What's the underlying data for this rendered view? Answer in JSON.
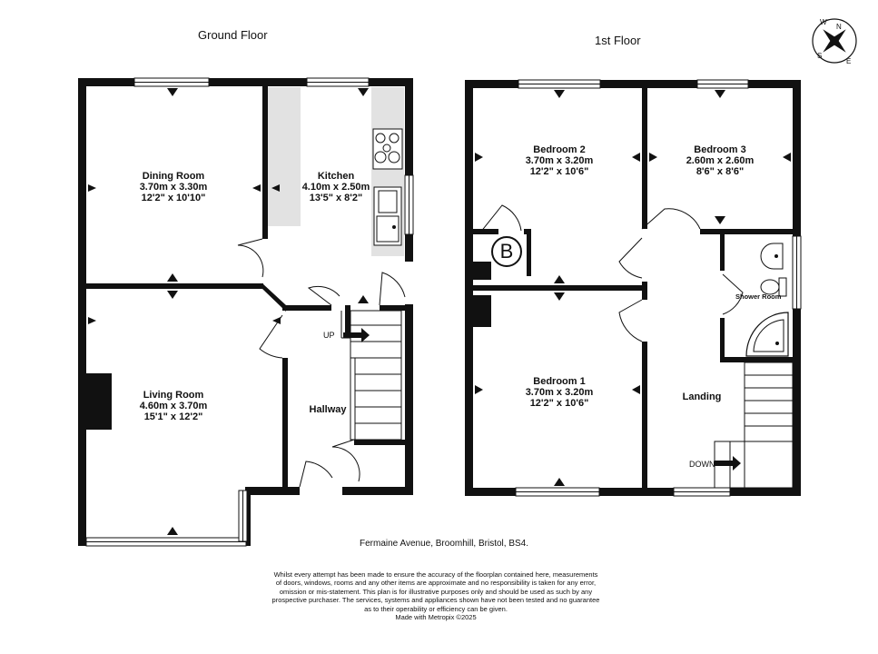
{
  "floors": [
    {
      "title": "Ground Floor"
    },
    {
      "title": "1st Floor"
    }
  ],
  "rooms": {
    "dining_room": {
      "name": "Dining Room",
      "metric": "3.70m  x 3.30m",
      "imperial": "12'2\"  x 10'10\""
    },
    "kitchen": {
      "name": "Kitchen",
      "metric": "4.10m  x 2.50m",
      "imperial": "13'5\"  x 8'2\""
    },
    "living_room": {
      "name": "Living Room",
      "metric": "4.60m  x 3.70m",
      "imperial": "15'1\"  x 12'2\""
    },
    "hallway": {
      "name": "Hallway"
    },
    "bedroom_2": {
      "name": "Bedroom 2",
      "metric": "3.70m  x 3.20m",
      "imperial": "12'2\"  x 10'6\""
    },
    "bedroom_3": {
      "name": "Bedroom 3",
      "metric": "2.60m  x 2.60m",
      "imperial": "8'6\"  x 8'6\""
    },
    "bedroom_1": {
      "name": "Bedroom 1",
      "metric": "3.70m  x 3.20m",
      "imperial": "12'2\"  x 10'6\""
    },
    "landing": {
      "name": "Landing"
    },
    "shower_room": {
      "name": "Shower Room"
    }
  },
  "stairs": {
    "up": "UP",
    "down": "DOWN"
  },
  "boiler_symbol": "B",
  "compass": {
    "letters": [
      "N",
      "E",
      "S",
      "W"
    ]
  },
  "address": "Fermaine Avenue, Broomhill, Bristol, BS4.",
  "disclaimer": [
    "Whilst every attempt has been made to ensure the accuracy of the floorplan contained here, measurements",
    "of doors, windows, rooms and any other items are approximate and no responsibility is taken for any error,",
    "omission or mis-statement. This plan is for illustrative purposes only and should be used as such by any",
    "prospective purchaser. The services, systems and appliances shown have not been tested and no guarantee",
    "as to their operability or efficiency can be given.",
    "Made with Metropix ©2025"
  ]
}
